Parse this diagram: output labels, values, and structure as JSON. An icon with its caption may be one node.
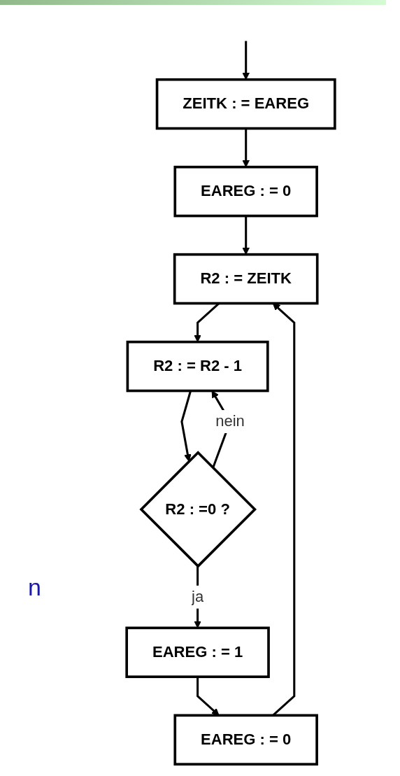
{
  "diagram": {
    "nodes": [
      {
        "text": [
          "ZEITK : = EAREG"
        ]
      },
      {
        "text": [
          "EAREG : = 0"
        ]
      },
      {
        "text": [
          "R2 : = ZEITK"
        ]
      },
      {
        "text": [
          "R2 : = R2 - 1"
        ]
      },
      {
        "text": [
          "R2 : =0 ?"
        ]
      },
      {
        "text": [
          "EAREG : = 1"
        ]
      },
      {
        "text": [
          "EAREG : = 0"
        ]
      }
    ],
    "edges": [
      {
        "from": null,
        "to": 0,
        "arrow": "to"
      },
      {
        "from": 0,
        "to": 1,
        "arrow": "to"
      },
      {
        "from": 1,
        "to": 2,
        "arrow": "to"
      },
      {
        "from": 2,
        "to": 3,
        "arrow": "to"
      },
      {
        "from": 3,
        "to": 4,
        "arrow": "to"
      },
      {
        "from": 4,
        "to": 3,
        "arrow": "to",
        "label": "nein"
      },
      {
        "from": 4,
        "to": 5,
        "arrow": "to",
        "label": "ja"
      },
      {
        "from": 5,
        "to": 6,
        "arrow": "to"
      },
      {
        "from": 6,
        "to": 2,
        "arrow": "to"
      }
    ],
    "labels": [
      "n"
    ]
  }
}
